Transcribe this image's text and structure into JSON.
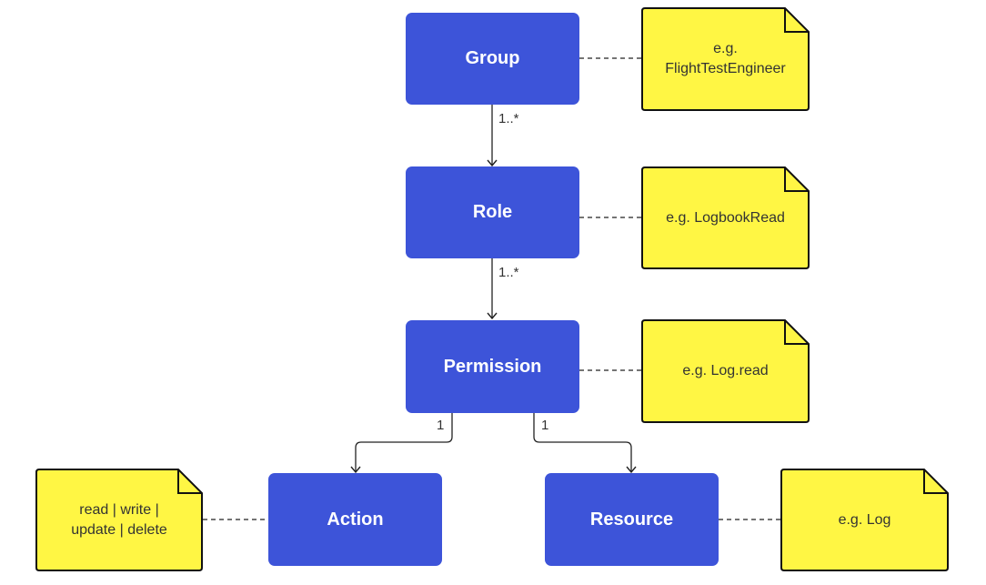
{
  "colors": {
    "entity": "#3d54d9",
    "note_fill": "#fff644",
    "note_stroke": "#111111",
    "line": "#222222"
  },
  "entities": {
    "group": "Group",
    "role": "Role",
    "permission": "Permission",
    "action": "Action",
    "resource": "Resource"
  },
  "notes": {
    "group": {
      "line1": "e.g.",
      "line2": "FlightTestEngineer"
    },
    "role": "e.g. LogbookRead",
    "permission": "e.g. Log.read",
    "action": {
      "line1": "read | write |",
      "line2": "update | delete"
    },
    "resource": "e.g. Log"
  },
  "multiplicities": {
    "group_role": "1..*",
    "role_permission": "1..*",
    "permission_action": "1",
    "permission_resource": "1"
  }
}
